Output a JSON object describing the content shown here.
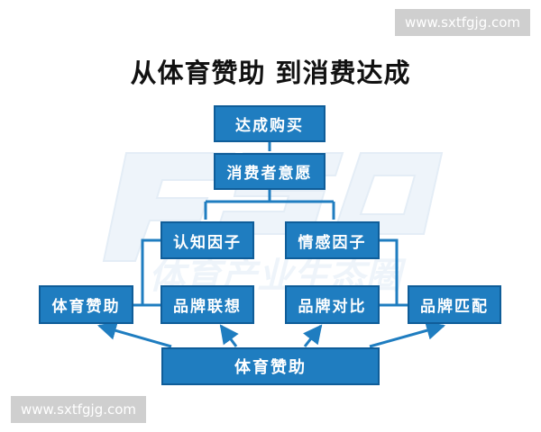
{
  "watermark_top": "www.sxtfgjg.com",
  "watermark_bottom": "www.sxtfgjg.com",
  "title": "从体育赞助  到消费达成",
  "nodes": {
    "purchase": "达成购买",
    "intention": "消费者意愿",
    "cognitive": "认知因子",
    "emotional": "情感因子",
    "sponsorship_left": "体育赞助",
    "brand_association": "品牌联想",
    "brand_comparison": "品牌对比",
    "brand_match": "品牌匹配",
    "sponsorship_bottom": "体育赞助"
  },
  "background_mark": "体育产业生态圈",
  "colors": {
    "box_fill": "#1f7dc0",
    "box_border": "#0f5d99",
    "connector": "#1f7dc0"
  }
}
